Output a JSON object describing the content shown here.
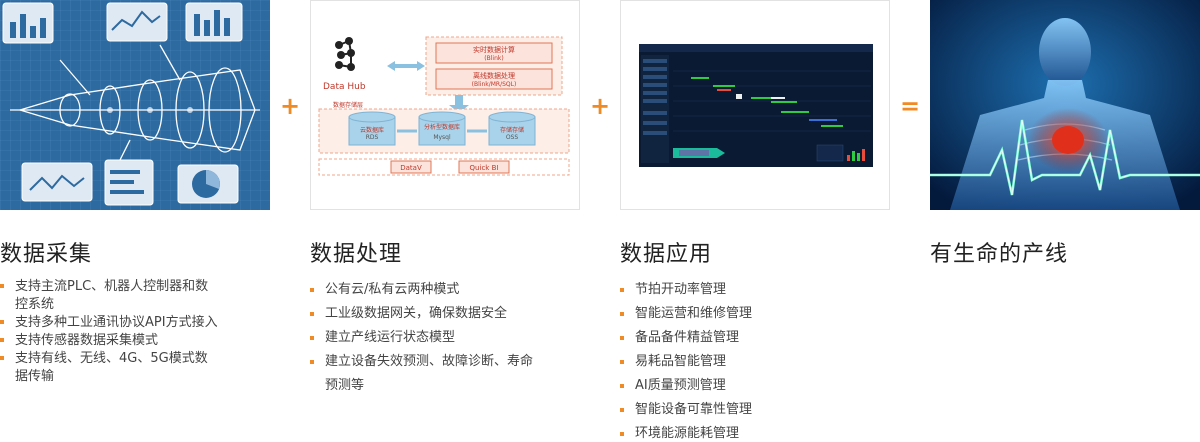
{
  "sections": [
    {
      "title": "数据采集",
      "items": [
        "支持主流PLC、机器人控制器和数控系统",
        "支持多种工业通讯协议API方式接入",
        "支持传感器数据采集模式",
        "支持有线、无线、4G、5G模式数据传输"
      ]
    },
    {
      "title": "数据处理",
      "items": [
        "公有云/私有云两种模式",
        "工业级数据网关，确保数据安全",
        "建立产线运行状态模型",
        "建立设备失效预测、故障诊断、寿命预测等"
      ]
    },
    {
      "title": "数据应用",
      "items": [
        "节拍开动率管理",
        "智能运营和维修管理",
        "备品备件精益管理",
        "易耗品智能管理",
        "AI质量预测管理",
        "智能设备可靠性管理",
        "环境能源能耗管理"
      ]
    },
    {
      "title": "有生命的产线",
      "items": []
    }
  ],
  "diagram": {
    "hub_label": "Data Hub",
    "realtime": "实时数据计算",
    "realtime_sub": "(Blink)",
    "offline": "离线数据处理",
    "offline_sub": "(Blink/MR/SQL)",
    "storage_label": "数据存储层",
    "db1": "云数据库",
    "db1_sub": "RDS",
    "db2": "分析型数据库",
    "db2_sub": "Mysql",
    "db3": "存储存储",
    "db3_sub": "OSS",
    "out1": "DataV",
    "out2": "Quick BI"
  },
  "operators": {
    "plus": "+",
    "equals": "="
  },
  "colors": {
    "accent": "#f08a24",
    "title": "#222222",
    "text": "#444444"
  }
}
